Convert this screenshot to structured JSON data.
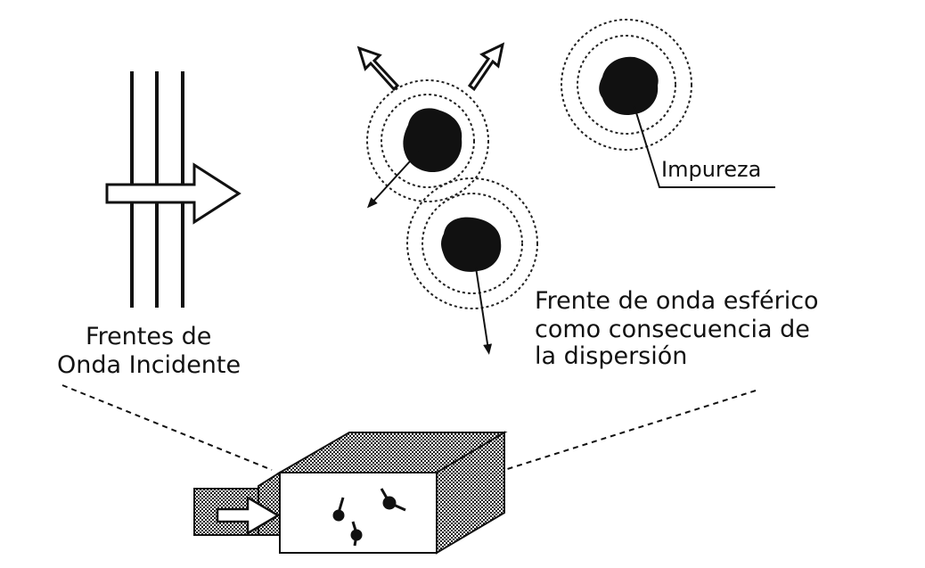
{
  "labels": {
    "incident_line1": "Frentes de",
    "incident_line2": "Onda Incidente",
    "impurity": "Impureza",
    "spherical_line1": "Frente de onda esférico",
    "spherical_line2": "como consecuencia de",
    "spherical_line3": "la dispersión"
  },
  "colors": {
    "ink": "#111111",
    "paper": "#ffffff",
    "hatch": "#2a2a2a"
  }
}
